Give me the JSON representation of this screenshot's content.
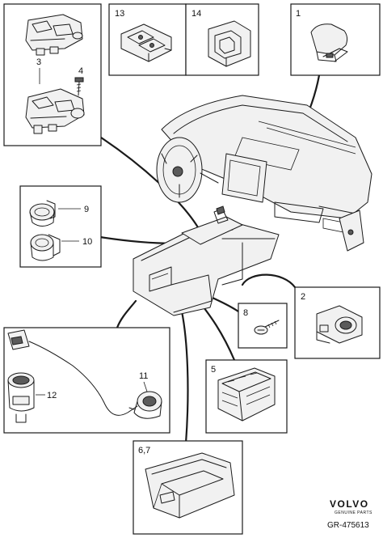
{
  "callouts": {
    "c1": "1",
    "c2": "2",
    "c3": "3",
    "c4": "4",
    "c5": "5",
    "c67": "6,7",
    "c8": "8",
    "c9": "9",
    "c10": "10",
    "c11": "11",
    "c12": "12",
    "c13": "13",
    "c14": "14"
  },
  "brand": {
    "name": "VOLVO",
    "tagline": "GENUINE PARTS"
  },
  "reference": "GR-475613"
}
